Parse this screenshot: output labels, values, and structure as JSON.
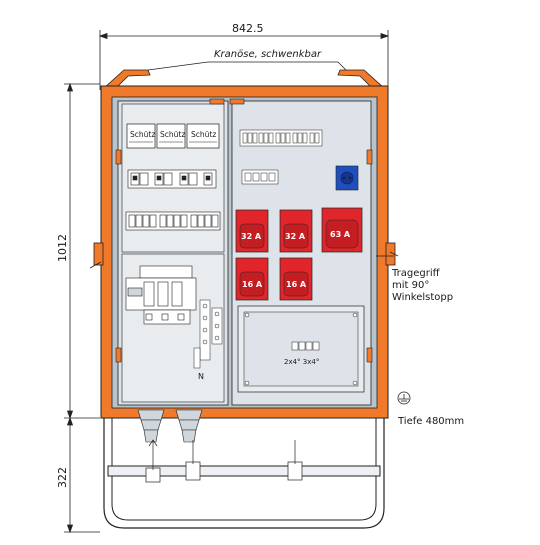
{
  "dimensions": {
    "width": "842.5",
    "height": "1012",
    "base_height": "322"
  },
  "labels": {
    "crane_eye": "Kranöse, schwenkbar",
    "handle_line1": "Tragegriff",
    "handle_line2": "mit 90°",
    "handle_line3": "Winkelstopp",
    "depth": "Tiefe 480mm",
    "inner_plate": "2x4° 3x4°",
    "neutral": "N"
  },
  "contactors": [
    "Schütz",
    "Schütz",
    "Schütz"
  ],
  "sockets": {
    "row1": [
      "32 A",
      "32 A",
      "63 A"
    ],
    "row2": [
      "16 A",
      "16 A"
    ]
  },
  "colors": {
    "frame_orange": "#f07a2a",
    "socket_red": "#e0262b",
    "schuko_blue": "#1f4fbf",
    "panel_grey": "#dde3e8"
  }
}
